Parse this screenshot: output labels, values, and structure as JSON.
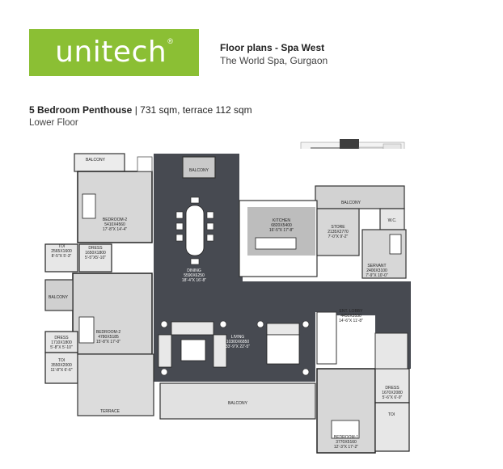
{
  "brand": {
    "name": "unitech",
    "mark": "®",
    "color": "#8bbf34"
  },
  "header": {
    "title": "Floor plans - Spa West",
    "subtitle": "The World Spa, Gurgaon"
  },
  "unit": {
    "name": "5 Bedroom Penthouse",
    "separator": " | ",
    "area": "731 sqm, terrace 112 sqm",
    "level": "Lower Floor"
  },
  "rooms": {
    "balcony_top_left": "BALCONY",
    "balcony_top_mid": "BALCONY",
    "balcony_right": "BALCONY",
    "balcony_left": "BALCONY",
    "balcony_bottom": "BALCONY",
    "bedroom2_top": {
      "name": "BEDROOM-2",
      "dims": "5410X4560",
      "ft": "17'-8\"X 14'-4\""
    },
    "toi_top": {
      "name": "TOI",
      "dims": "2565X1600",
      "ft": "8'-5\"X 5'-3\""
    },
    "dress_top": {
      "name": "DRESS",
      "dims": "1650X1800",
      "ft": "5'-5\"X5'-10\""
    },
    "dining": {
      "name": "DINING",
      "dims": "5590X6250",
      "ft": "18'-4\"X 16'-8\""
    },
    "kitchen": {
      "name": "KITCHEN",
      "dims": "6820X5400",
      "ft": "16'-5\"X 17'-8\""
    },
    "store": {
      "name": "STORE",
      "dims": "2135X2770",
      "ft": "7'-0\"X 9'-2\""
    },
    "wc": "W.C.",
    "servant": {
      "name": "SERVANT",
      "dims": "2400X3100",
      "ft": "7'-9\"X 10'-0\""
    },
    "bedroom2_bottom": {
      "name": "BEDROOM-2",
      "dims": "4780X5185",
      "ft": "15'-8\"X 17'-0\""
    },
    "dress_left": {
      "name": "DRESS",
      "dims": "1710X1800",
      "ft": "5'-8\"X 5'-10\""
    },
    "toi_left": {
      "name": "TOI",
      "dims": "3550X2000",
      "ft": "11'-8\"X 6'-6\""
    },
    "terrace": "TERRACE",
    "living": {
      "name": "LIVING",
      "dims": "10300X6850",
      "ft": "33'-9\"X 22'-5\""
    },
    "ent_lobby": {
      "name": "ENT. LOBBY",
      "dims": "4450X3530",
      "ft": "14'-6\"X 11'-8\""
    },
    "dress_right": {
      "name": "DRESS",
      "dims": "1670X2080",
      "ft": "5'-6\"X 6'-9\""
    },
    "toi_right": "TOI",
    "bedroom1": {
      "name": "BEDROOM-1",
      "dims": "3770X5160",
      "ft": "12'-3\"X 17'-2\""
    }
  }
}
